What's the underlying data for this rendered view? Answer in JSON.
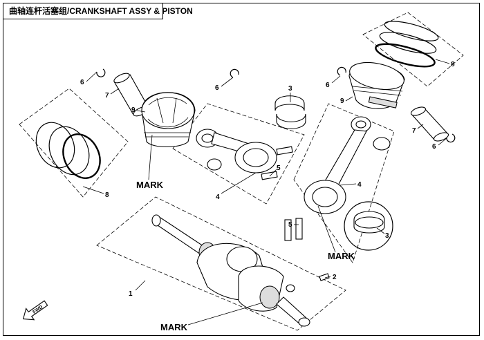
{
  "title": "曲轴连杆活塞组/CRANKSHAFT ASSY & PISTON",
  "callouts": {
    "c1": "1",
    "c2": "2",
    "c3a": "3",
    "c3b": "3",
    "c4a": "4",
    "c4b": "4",
    "c5a": "5",
    "c5b": "5",
    "c6a": "6",
    "c6b": "6",
    "c6c": "6",
    "c6d": "6",
    "c7a": "7",
    "c7b": "7",
    "c8a": "8",
    "c8b": "8",
    "c9a": "9",
    "c9b": "9"
  },
  "marks": {
    "m1": "MARK",
    "m2": "MARK",
    "m3": "MARK"
  },
  "fwd_label": "FWD"
}
